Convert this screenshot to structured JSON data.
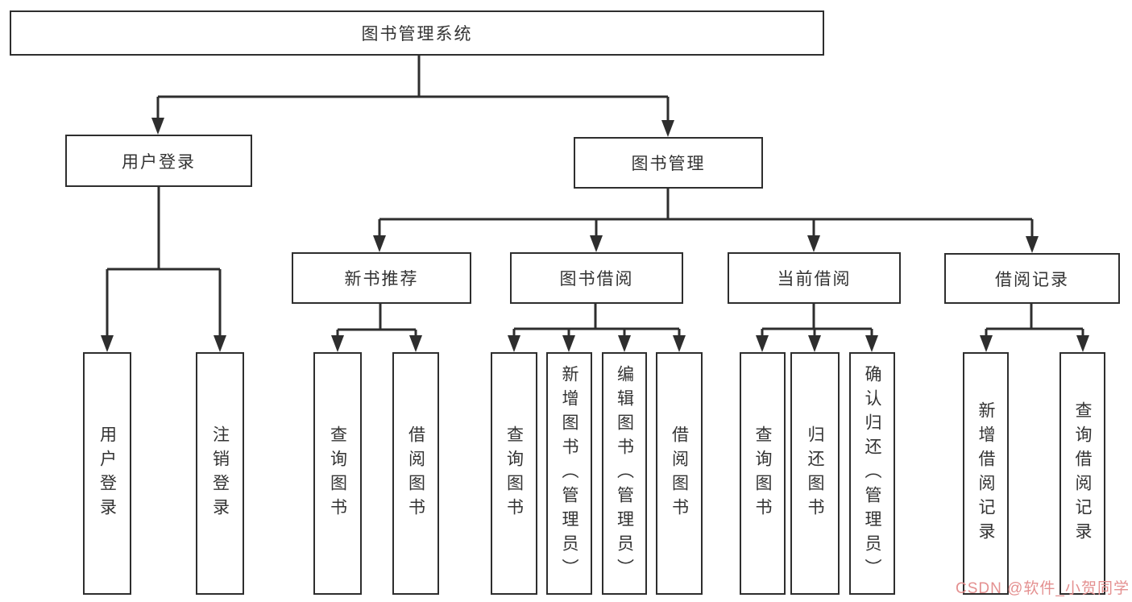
{
  "diagram": {
    "root_label": "图书管理系统",
    "branches": [
      {
        "label": "用户登录",
        "leaves": [
          {
            "label": "用户登录"
          },
          {
            "label": "注销登录"
          }
        ]
      },
      {
        "label": "图书管理",
        "groups": [
          {
            "label": "新书推荐",
            "leaves": [
              {
                "label": "查询图书"
              },
              {
                "label": "借阅图书"
              }
            ]
          },
          {
            "label": "图书借阅",
            "leaves": [
              {
                "label": "查询图书"
              },
              {
                "label": "新增图书（管理员）"
              },
              {
                "label": "编辑图书（管理员）"
              },
              {
                "label": "借阅图书"
              }
            ]
          },
          {
            "label": "当前借阅",
            "leaves": [
              {
                "label": "查询图书"
              },
              {
                "label": "归还图书"
              },
              {
                "label": "确认归还（管理员）"
              }
            ]
          },
          {
            "label": "借阅记录",
            "leaves": [
              {
                "label": "新增借阅记录"
              },
              {
                "label": "查询借阅记录"
              }
            ]
          }
        ]
      }
    ]
  },
  "watermark": {
    "text": "CSDN @软件_小贺同学"
  },
  "colors": {
    "line": "#2e2e2e",
    "text": "#333333",
    "background": "#ffffff",
    "watermark": "#e49090"
  }
}
